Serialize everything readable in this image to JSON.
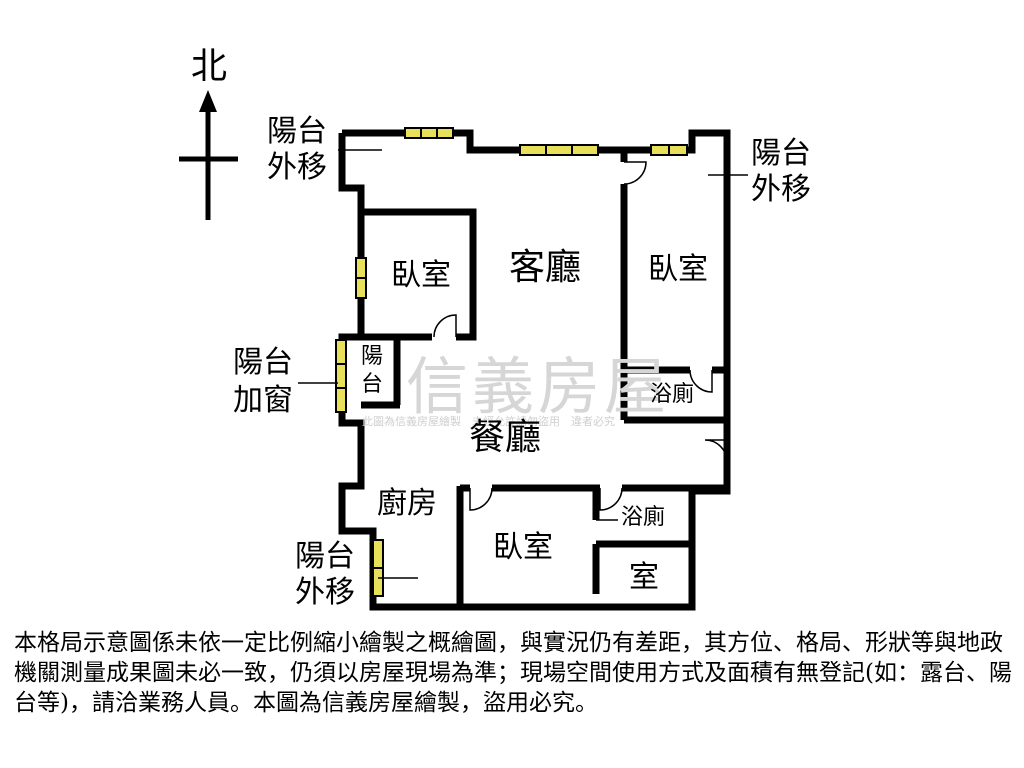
{
  "compass": {
    "north_label": "北"
  },
  "rooms": {
    "living_room": "客廳",
    "dining_room": "餐廳",
    "bedroom_left": "臥室",
    "bedroom_right": "臥室",
    "bedroom_bottom": "臥室",
    "bath_right": "浴廁",
    "bath_bottom": "浴廁",
    "storage_room": "室",
    "kitchen": "廚房",
    "small_balcony_line1": "陽",
    "small_balcony_line2": "台"
  },
  "annotations": {
    "balcony_top_left": [
      "陽台",
      "外移"
    ],
    "balcony_top_right": [
      "陽台",
      "外移"
    ],
    "balcony_window": [
      "陽台",
      "加窗"
    ],
    "balcony_bottom_left": [
      "陽台",
      "外移"
    ]
  },
  "watermark": {
    "brand": "信義房屋",
    "note": "此圖為信義房屋繪製　未經允許請勿盜用　違者必究"
  },
  "disclaimer": "本格局示意圖係未依一定比例縮小繪製之概繪圖，與實況仍有差距，其方位、格局、形狀等與地政機關測量成果圖未必一致，仍須以房屋現場為準；現場空間使用方式及面積有無登記(如：露台、陽台等)，請洽業務人員。本圖為信義房屋繪製，盜用必究。",
  "colors": {
    "wall": "#000000",
    "window": "#e8e05a",
    "text": "#000000",
    "watermark": "#d6d6d6"
  }
}
